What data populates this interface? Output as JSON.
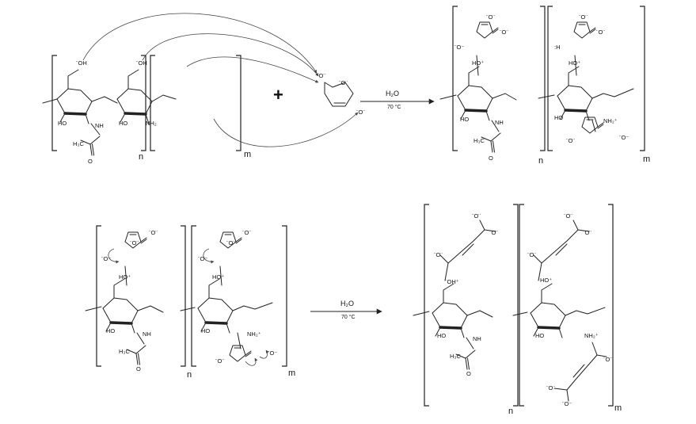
{
  "labels": {
    "oh_lone": "¨OH",
    "oh_plus": "HO⁺",
    "oh_plus_right": "¨OH⁺",
    "ho": "HO",
    "nh": "NH",
    "nh2": "NH₂",
    "nh2_plus": "NH₂⁺",
    "h3c": "H₃C",
    "o": "O",
    "o_dots": "¨O¨",
    "o_minus": "¨O⁻",
    "h": "H",
    "h_colon": ":H"
  },
  "reaction1": {
    "reagent_plus": "+",
    "arrow_top": "H₂O",
    "arrow_bottom": "70 °C"
  },
  "reaction2": {
    "arrow_top": "H₂O",
    "arrow_bottom": "70 °C"
  },
  "indices": {
    "n": "n",
    "m": "m"
  },
  "colors": {
    "line": "#222222",
    "background": "#ffffff"
  }
}
